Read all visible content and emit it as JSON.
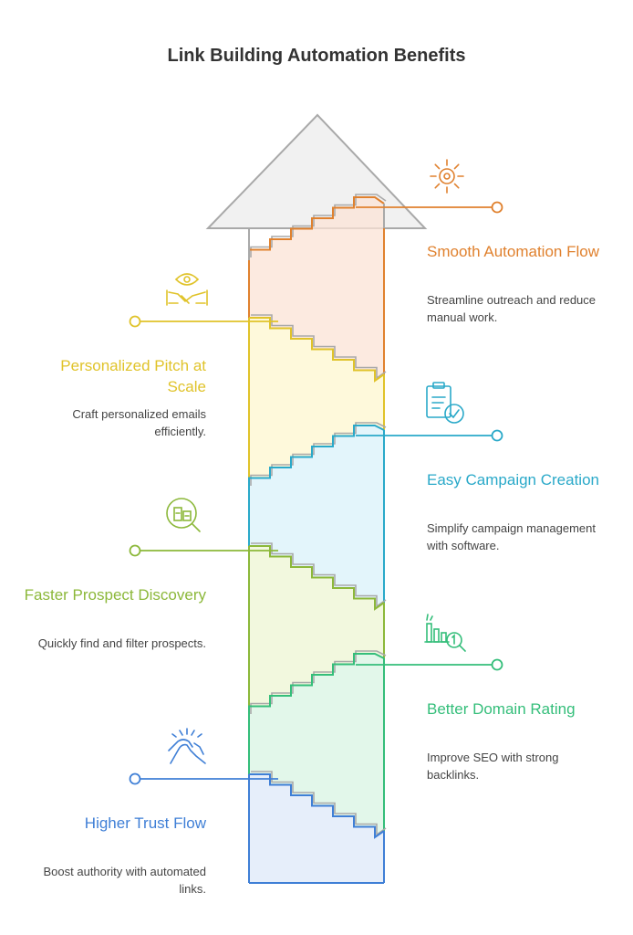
{
  "title": "Link Building Automation Benefits",
  "items": [
    {
      "title": "Smooth Automation Flow",
      "desc": "Streamline outreach and reduce manual work.",
      "color": "#e0812e",
      "fill": "#fbe3d6",
      "icon": "gear-icon"
    },
    {
      "title": "Personalized Pitch at Scale",
      "desc": "Craft personalized emails efficiently.",
      "color": "#e0c32a",
      "fill": "#fdf7cf",
      "icon": "eye-handshake-icon"
    },
    {
      "title": "Easy Campaign Creation",
      "desc": "Simplify campaign management with software.",
      "color": "#2aa9c9",
      "fill": "#d9f1fa",
      "icon": "clipboard-check-icon"
    },
    {
      "title": "Faster Prospect Discovery",
      "desc": "Quickly find and filter prospects.",
      "color": "#8cb83a",
      "fill": "#eef6d3",
      "icon": "search-building-icon"
    },
    {
      "title": "Better Domain Rating",
      "desc": "Improve SEO with strong backlinks.",
      "color": "#34be7a",
      "fill": "#d8f4e3",
      "icon": "bar-chart-rank-icon"
    },
    {
      "title": "Higher Trust Flow",
      "desc": "Boost authority with automated links.",
      "color": "#3f7fd6",
      "fill": "#dde8f8",
      "icon": "arm-wrestle-icon"
    }
  ]
}
